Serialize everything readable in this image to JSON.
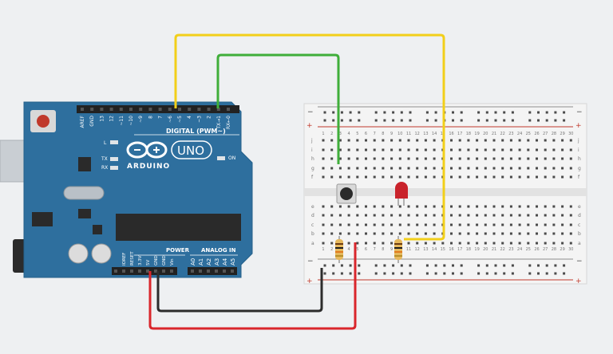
{
  "arduino": {
    "logo_text": "ARDUINO",
    "model": "UNO",
    "digital_label": "DIGITAL (PWM~)",
    "power_label": "POWER",
    "analog_label": "ANALOG IN",
    "led_l": "L",
    "led_tx": "TX",
    "led_rx": "RX",
    "led_on": "ON",
    "top_header_labels": [
      "AREF",
      "GND",
      "13",
      "12",
      "~11",
      "~10",
      "~9",
      "8",
      "7",
      "~6",
      "~5",
      "4",
      "~3",
      "2",
      "TX→1",
      "RX←0"
    ],
    "power_header_labels": [
      "IOREF",
      "RESET",
      "3.3V",
      "5V",
      "GND",
      "GND",
      "Vin"
    ],
    "analog_header_labels": [
      "A0",
      "A1",
      "A2",
      "A3",
      "A4",
      "A5"
    ]
  },
  "breadboard": {
    "row_letters_top": [
      "j",
      "i",
      "h",
      "g",
      "f"
    ],
    "row_letters_bottom": [
      "e",
      "d",
      "c",
      "b",
      "a"
    ],
    "column_numbers": [
      "1",
      "2",
      "3",
      "4",
      "5",
      "6",
      "7",
      "8",
      "9",
      "10",
      "11",
      "12",
      "13",
      "14",
      "15",
      "16",
      "17",
      "18",
      "19",
      "20",
      "21",
      "22",
      "23",
      "24",
      "25",
      "26",
      "27",
      "28",
      "29",
      "30"
    ],
    "rail_minus": "−",
    "rail_plus": "+"
  },
  "colors": {
    "board": "#2e6f9e",
    "yellow_wire": "#f2cf1a",
    "green_wire": "#3fae3a",
    "red_wire": "#d9262c",
    "black_wire": "#2c2c2c",
    "led": "#c9232b",
    "breadboard": "#f4f4f4"
  }
}
